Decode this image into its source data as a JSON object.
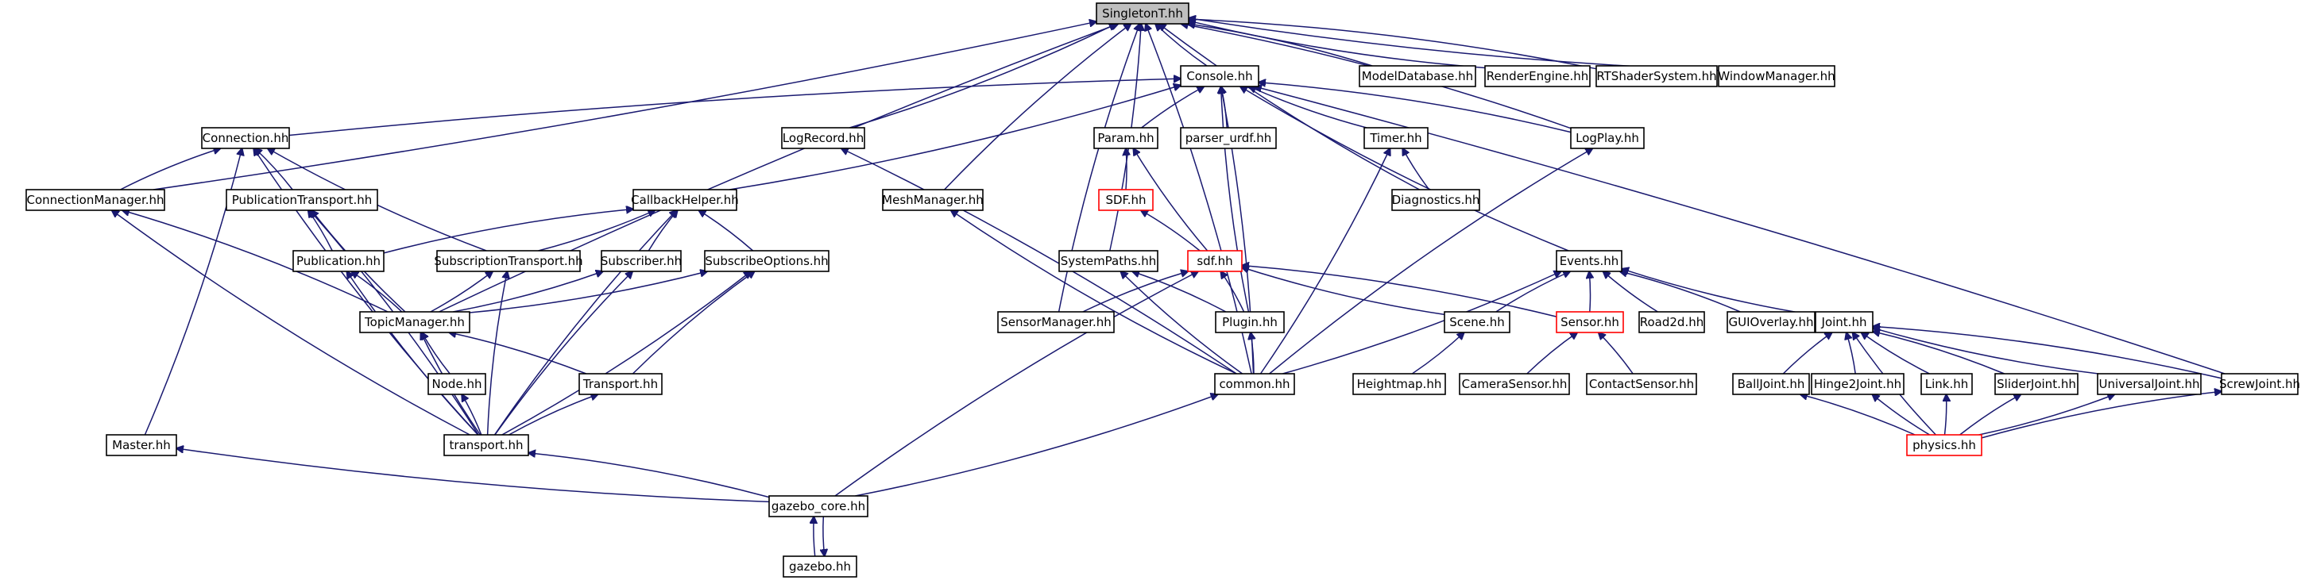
{
  "colors": {
    "edge": "#191970",
    "node_border": "#000000",
    "node_border_unresolved": "#ff0000",
    "highlight_fill": "#bfbfbf",
    "background": "#ffffff"
  },
  "nodes": [
    {
      "id": "SingletonT",
      "label": "SingletonT.hh",
      "highlight": true
    },
    {
      "id": "Console",
      "label": "Console.hh"
    },
    {
      "id": "ModelDatabase",
      "label": "ModelDatabase.hh"
    },
    {
      "id": "RenderEngine",
      "label": "RenderEngine.hh"
    },
    {
      "id": "RTShaderSystem",
      "label": "RTShaderSystem.hh"
    },
    {
      "id": "WindowManager",
      "label": "WindowManager.hh"
    },
    {
      "id": "Connection",
      "label": "Connection.hh"
    },
    {
      "id": "LogRecord",
      "label": "LogRecord.hh"
    },
    {
      "id": "Param",
      "label": "Param.hh"
    },
    {
      "id": "parser_urdf",
      "label": "parser_urdf.hh"
    },
    {
      "id": "Timer",
      "label": "Timer.hh"
    },
    {
      "id": "LogPlay",
      "label": "LogPlay.hh"
    },
    {
      "id": "ConnectionManager",
      "label": "ConnectionManager.hh"
    },
    {
      "id": "PublicationTransport",
      "label": "PublicationTransport.hh"
    },
    {
      "id": "CallbackHelper",
      "label": "CallbackHelper.hh"
    },
    {
      "id": "MeshManager",
      "label": "MeshManager.hh"
    },
    {
      "id": "SDF",
      "label": "SDF.hh",
      "unresolved": true
    },
    {
      "id": "Diagnostics",
      "label": "Diagnostics.hh"
    },
    {
      "id": "Publication",
      "label": "Publication.hh"
    },
    {
      "id": "SubscriptionTransport",
      "label": "SubscriptionTransport.hh"
    },
    {
      "id": "Subscriber",
      "label": "Subscriber.hh"
    },
    {
      "id": "SubscribeOptions",
      "label": "SubscribeOptions.hh"
    },
    {
      "id": "SystemPaths",
      "label": "SystemPaths.hh"
    },
    {
      "id": "sdf",
      "label": "sdf.hh",
      "unresolved": true
    },
    {
      "id": "Events",
      "label": "Events.hh"
    },
    {
      "id": "TopicManager",
      "label": "TopicManager.hh"
    },
    {
      "id": "SensorManager",
      "label": "SensorManager.hh"
    },
    {
      "id": "Plugin",
      "label": "Plugin.hh"
    },
    {
      "id": "Scene",
      "label": "Scene.hh"
    },
    {
      "id": "Sensor",
      "label": "Sensor.hh",
      "unresolved": true
    },
    {
      "id": "Road2d",
      "label": "Road2d.hh"
    },
    {
      "id": "GUIOverlay",
      "label": "GUIOverlay.hh"
    },
    {
      "id": "Joint",
      "label": "Joint.hh"
    },
    {
      "id": "Node",
      "label": "Node.hh"
    },
    {
      "id": "Transport",
      "label": "Transport.hh"
    },
    {
      "id": "common",
      "label": "common.hh"
    },
    {
      "id": "Heightmap",
      "label": "Heightmap.hh"
    },
    {
      "id": "CameraSensor",
      "label": "CameraSensor.hh"
    },
    {
      "id": "ContactSensor",
      "label": "ContactSensor.hh"
    },
    {
      "id": "BallJoint",
      "label": "BallJoint.hh"
    },
    {
      "id": "Hinge2Joint",
      "label": "Hinge2Joint.hh"
    },
    {
      "id": "Link",
      "label": "Link.hh"
    },
    {
      "id": "SliderJoint",
      "label": "SliderJoint.hh"
    },
    {
      "id": "UniversalJoint",
      "label": "UniversalJoint.hh"
    },
    {
      "id": "ScrewJoint",
      "label": "ScrewJoint.hh"
    },
    {
      "id": "Master",
      "label": "Master.hh"
    },
    {
      "id": "transport",
      "label": "transport.hh"
    },
    {
      "id": "physics",
      "label": "physics.hh",
      "unresolved": true
    },
    {
      "id": "gazebo_core",
      "label": "gazebo_core.hh"
    },
    {
      "id": "gazebo",
      "label": "gazebo.hh"
    }
  ],
  "edges": [
    [
      "SingletonT",
      "Console"
    ],
    [
      "SingletonT",
      "ModelDatabase"
    ],
    [
      "SingletonT",
      "RenderEngine"
    ],
    [
      "SingletonT",
      "RTShaderSystem"
    ],
    [
      "SingletonT",
      "WindowManager"
    ],
    [
      "SingletonT",
      "ConnectionManager"
    ],
    [
      "SingletonT",
      "TopicManager"
    ],
    [
      "SingletonT",
      "LogRecord"
    ],
    [
      "SingletonT",
      "MeshManager"
    ],
    [
      "SingletonT",
      "SystemPaths"
    ],
    [
      "SingletonT",
      "SensorManager"
    ],
    [
      "SingletonT",
      "common"
    ],
    [
      "SingletonT",
      "Diagnostics"
    ],
    [
      "SingletonT",
      "LogPlay"
    ],
    [
      "Console",
      "Connection"
    ],
    [
      "Console",
      "CallbackHelper"
    ],
    [
      "Console",
      "Param"
    ],
    [
      "Console",
      "parser_urdf"
    ],
    [
      "Console",
      "Timer"
    ],
    [
      "Console",
      "LogPlay"
    ],
    [
      "Console",
      "Plugin"
    ],
    [
      "Console",
      "common"
    ],
    [
      "Console",
      "Events"
    ],
    [
      "Console",
      "ScrewJoint"
    ],
    [
      "Connection",
      "ConnectionManager"
    ],
    [
      "Connection",
      "PublicationTransport"
    ],
    [
      "Connection",
      "SubscriptionTransport"
    ],
    [
      "Connection",
      "Master"
    ],
    [
      "Connection",
      "transport"
    ],
    [
      "ConnectionManager",
      "TopicManager"
    ],
    [
      "ConnectionManager",
      "transport"
    ],
    [
      "PublicationTransport",
      "Publication"
    ],
    [
      "PublicationTransport",
      "TopicManager"
    ],
    [
      "PublicationTransport",
      "transport"
    ],
    [
      "CallbackHelper",
      "Publication"
    ],
    [
      "CallbackHelper",
      "SubscriptionTransport"
    ],
    [
      "CallbackHelper",
      "Subscriber"
    ],
    [
      "CallbackHelper",
      "SubscribeOptions"
    ],
    [
      "CallbackHelper",
      "transport"
    ],
    [
      "Publication",
      "TopicManager"
    ],
    [
      "Publication",
      "transport"
    ],
    [
      "SubscriptionTransport",
      "TopicManager"
    ],
    [
      "SubscriptionTransport",
      "transport"
    ],
    [
      "Subscriber",
      "TopicManager"
    ],
    [
      "Subscriber",
      "transport"
    ],
    [
      "SubscribeOptions",
      "TopicManager"
    ],
    [
      "SubscribeOptions",
      "Transport"
    ],
    [
      "SubscribeOptions",
      "transport"
    ],
    [
      "TopicManager",
      "Node"
    ],
    [
      "TopicManager",
      "Transport"
    ],
    [
      "TopicManager",
      "transport"
    ],
    [
      "Node",
      "transport"
    ],
    [
      "Transport",
      "transport"
    ],
    [
      "LogRecord",
      "common"
    ],
    [
      "MeshManager",
      "common"
    ],
    [
      "Param",
      "SDF"
    ],
    [
      "Param",
      "sdf"
    ],
    [
      "SDF",
      "sdf"
    ],
    [
      "sdf",
      "SensorManager"
    ],
    [
      "sdf",
      "Plugin"
    ],
    [
      "sdf",
      "Scene"
    ],
    [
      "sdf",
      "Sensor"
    ],
    [
      "sdf",
      "gazebo_core"
    ],
    [
      "SystemPaths",
      "Plugin"
    ],
    [
      "SystemPaths",
      "common"
    ],
    [
      "Plugin",
      "common"
    ],
    [
      "Timer",
      "Diagnostics"
    ],
    [
      "Timer",
      "common"
    ],
    [
      "LogPlay",
      "common"
    ],
    [
      "Events",
      "common"
    ],
    [
      "Events",
      "Scene"
    ],
    [
      "Events",
      "Sensor"
    ],
    [
      "Events",
      "Road2d"
    ],
    [
      "Events",
      "GUIOverlay"
    ],
    [
      "Events",
      "Joint"
    ],
    [
      "Scene",
      "Heightmap"
    ],
    [
      "Sensor",
      "CameraSensor"
    ],
    [
      "Sensor",
      "ContactSensor"
    ],
    [
      "Joint",
      "BallJoint"
    ],
    [
      "Joint",
      "Hinge2Joint"
    ],
    [
      "Joint",
      "Link"
    ],
    [
      "Joint",
      "SliderJoint"
    ],
    [
      "Joint",
      "UniversalJoint"
    ],
    [
      "Joint",
      "ScrewJoint"
    ],
    [
      "Joint",
      "physics"
    ],
    [
      "BallJoint",
      "physics"
    ],
    [
      "Hinge2Joint",
      "physics"
    ],
    [
      "Link",
      "physics"
    ],
    [
      "SliderJoint",
      "physics"
    ],
    [
      "UniversalJoint",
      "physics"
    ],
    [
      "ScrewJoint",
      "physics"
    ],
    [
      "common",
      "gazebo_core"
    ],
    [
      "Master",
      "gazebo_core"
    ],
    [
      "transport",
      "gazebo_core"
    ],
    [
      "gazebo_core",
      "gazebo"
    ],
    [
      "gazebo",
      "gazebo_core"
    ]
  ]
}
